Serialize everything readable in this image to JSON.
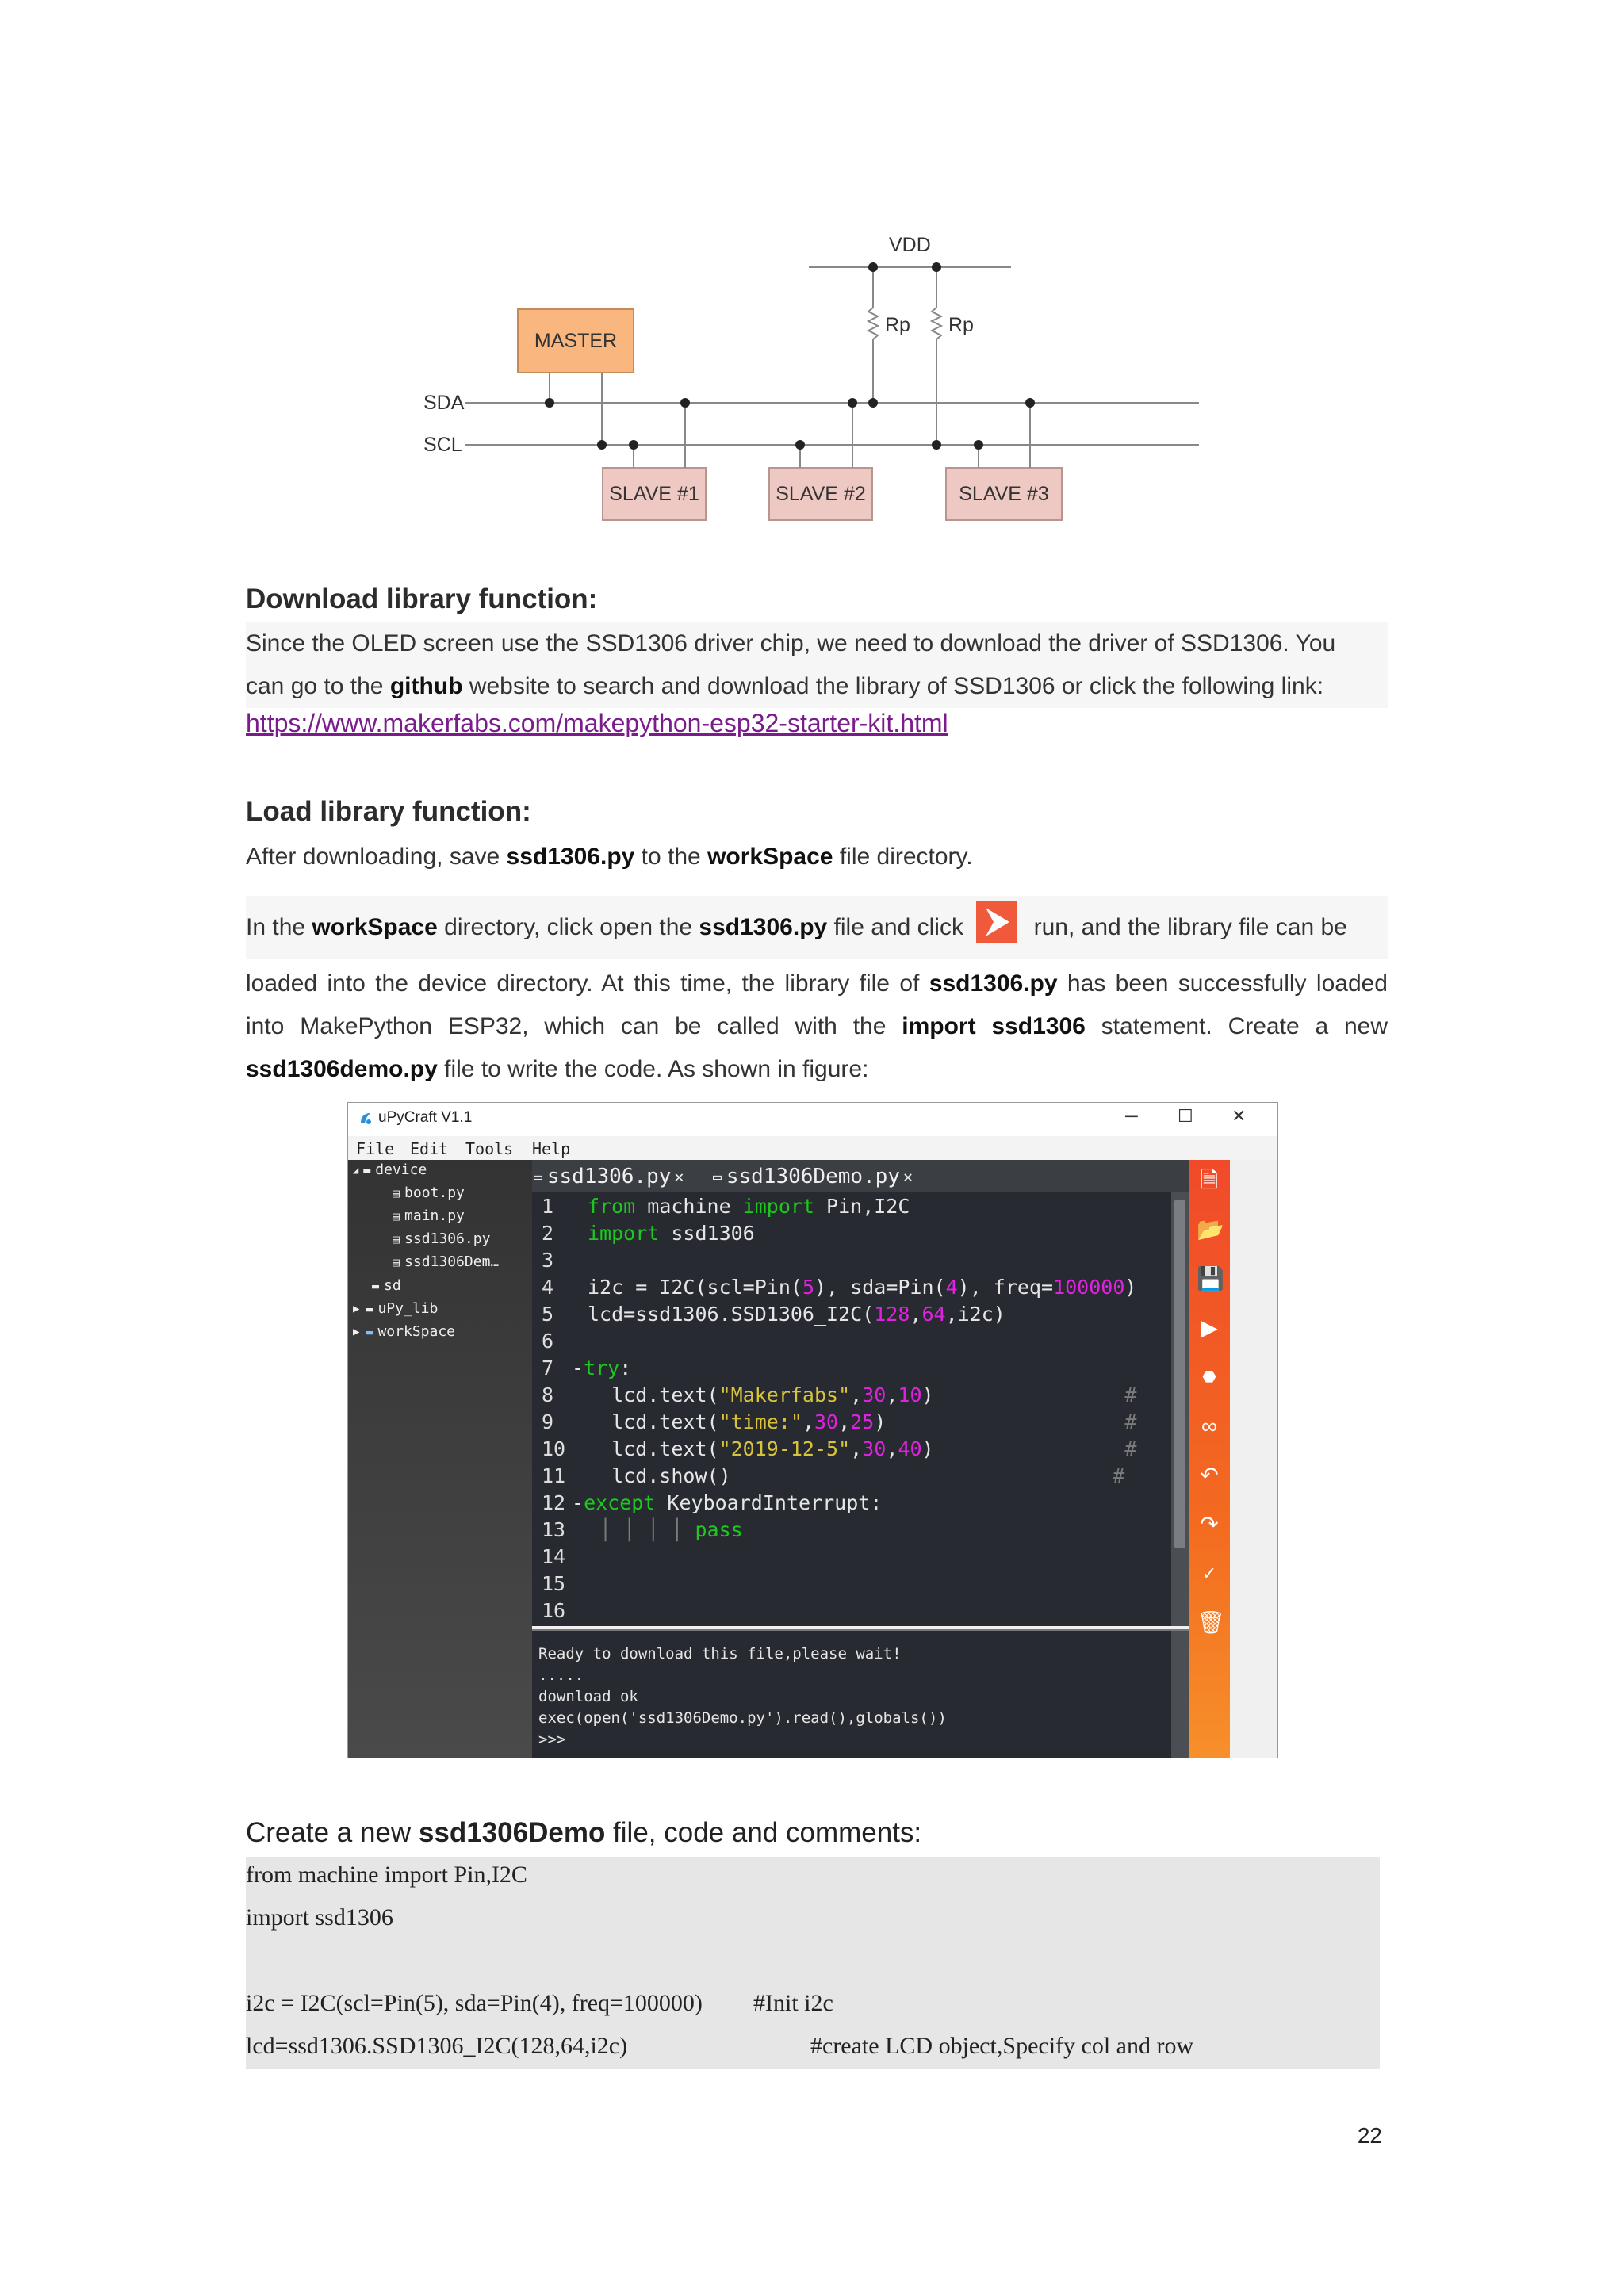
{
  "diagram": {
    "vdd": "VDD",
    "rp1": "Rp",
    "rp2": "Rp",
    "sda": "SDA",
    "scl": "SCL",
    "master": "MASTER",
    "slave1": "SLAVE #1",
    "slave2": "SLAVE #2",
    "slave3": "SLAVE #3",
    "colors": {
      "master": "#f9b77f",
      "slave": "#eec9c3",
      "line": "#888888"
    }
  },
  "section1": {
    "heading": "Download library function:",
    "p1a": "Since the OLED screen use the SSD1306 driver chip, we need to download the driver of SSD1306. You",
    "p1b_pre": "can go to the ",
    "p1b_bold": "github",
    "p1b_post": " website to search and download the library of SSD1306 or click the following link:",
    "link": "https://www.makerfabs.com/makepython-esp32-starter-kit.html"
  },
  "section2": {
    "heading": "Load library function:",
    "l1_pre": "After downloading, save ",
    "l1_b1": "ssd1306.py",
    "l1_mid": " to the ",
    "l1_b2": "workSpace",
    "l1_post": " file directory.",
    "l2_pre": "In the ",
    "l2_b1": "workSpace",
    "l2_mid": " directory, click open the ",
    "l2_b2": "ssd1306.py",
    "l2_mid2": " file and click ",
    "l2_post": " run, and the library file can be",
    "l3_pre": "loaded into the device directory. At this time, the library file of ",
    "l3_b": "ssd1306.py",
    "l3_post": " has been successfully loaded",
    "l4_pre": "into MakePython ESP32, which can be called with the ",
    "l4_b": "import ssd1306",
    "l4_post": " statement. Create a new",
    "l5_b": "ssd1306demo.py",
    "l5_post": " file to write the code. As shown in figure:"
  },
  "window": {
    "title": "uPyCraft V1.1",
    "menu": [
      "File",
      "Edit",
      "Tools",
      "Help"
    ],
    "tree": [
      {
        "label": "device",
        "icon": "folder"
      },
      {
        "label": "boot.py",
        "icon": "file"
      },
      {
        "label": "main.py",
        "icon": "file"
      },
      {
        "label": "ssd1306.py",
        "icon": "file"
      },
      {
        "label": "ssd1306Dem…",
        "icon": "file"
      },
      {
        "label": "sd",
        "icon": "folder"
      },
      {
        "label": "uPy_lib",
        "icon": "folder"
      },
      {
        "label": "workSpace",
        "icon": "folder"
      }
    ],
    "tabs": [
      "ssd1306.py",
      "ssd1306Demo.py"
    ],
    "terminal": [
      "Ready to download this file,please wait!",
      ".....",
      "download ok",
      "exec(open('ssd1306Demo.py').read(),globals())",
      ">>> "
    ]
  },
  "section3": {
    "heading_pre": "Create a new ",
    "heading_b": "ssd1306Demo",
    "heading_post": " file, code and comments:",
    "listing": {
      "l1": "from machine import Pin,I2C",
      "l2": "import ssd1306",
      "l4_code": "i2c = I2C(scl=Pin(5), sda=Pin(4), freq=100000)",
      "l4_comment": "#Init i2c",
      "l5_code": "lcd=ssd1306.SSD1306_I2C(128,64,i2c)",
      "l5_comment": "#create LCD object,Specify col and row"
    }
  },
  "page_number": "22"
}
